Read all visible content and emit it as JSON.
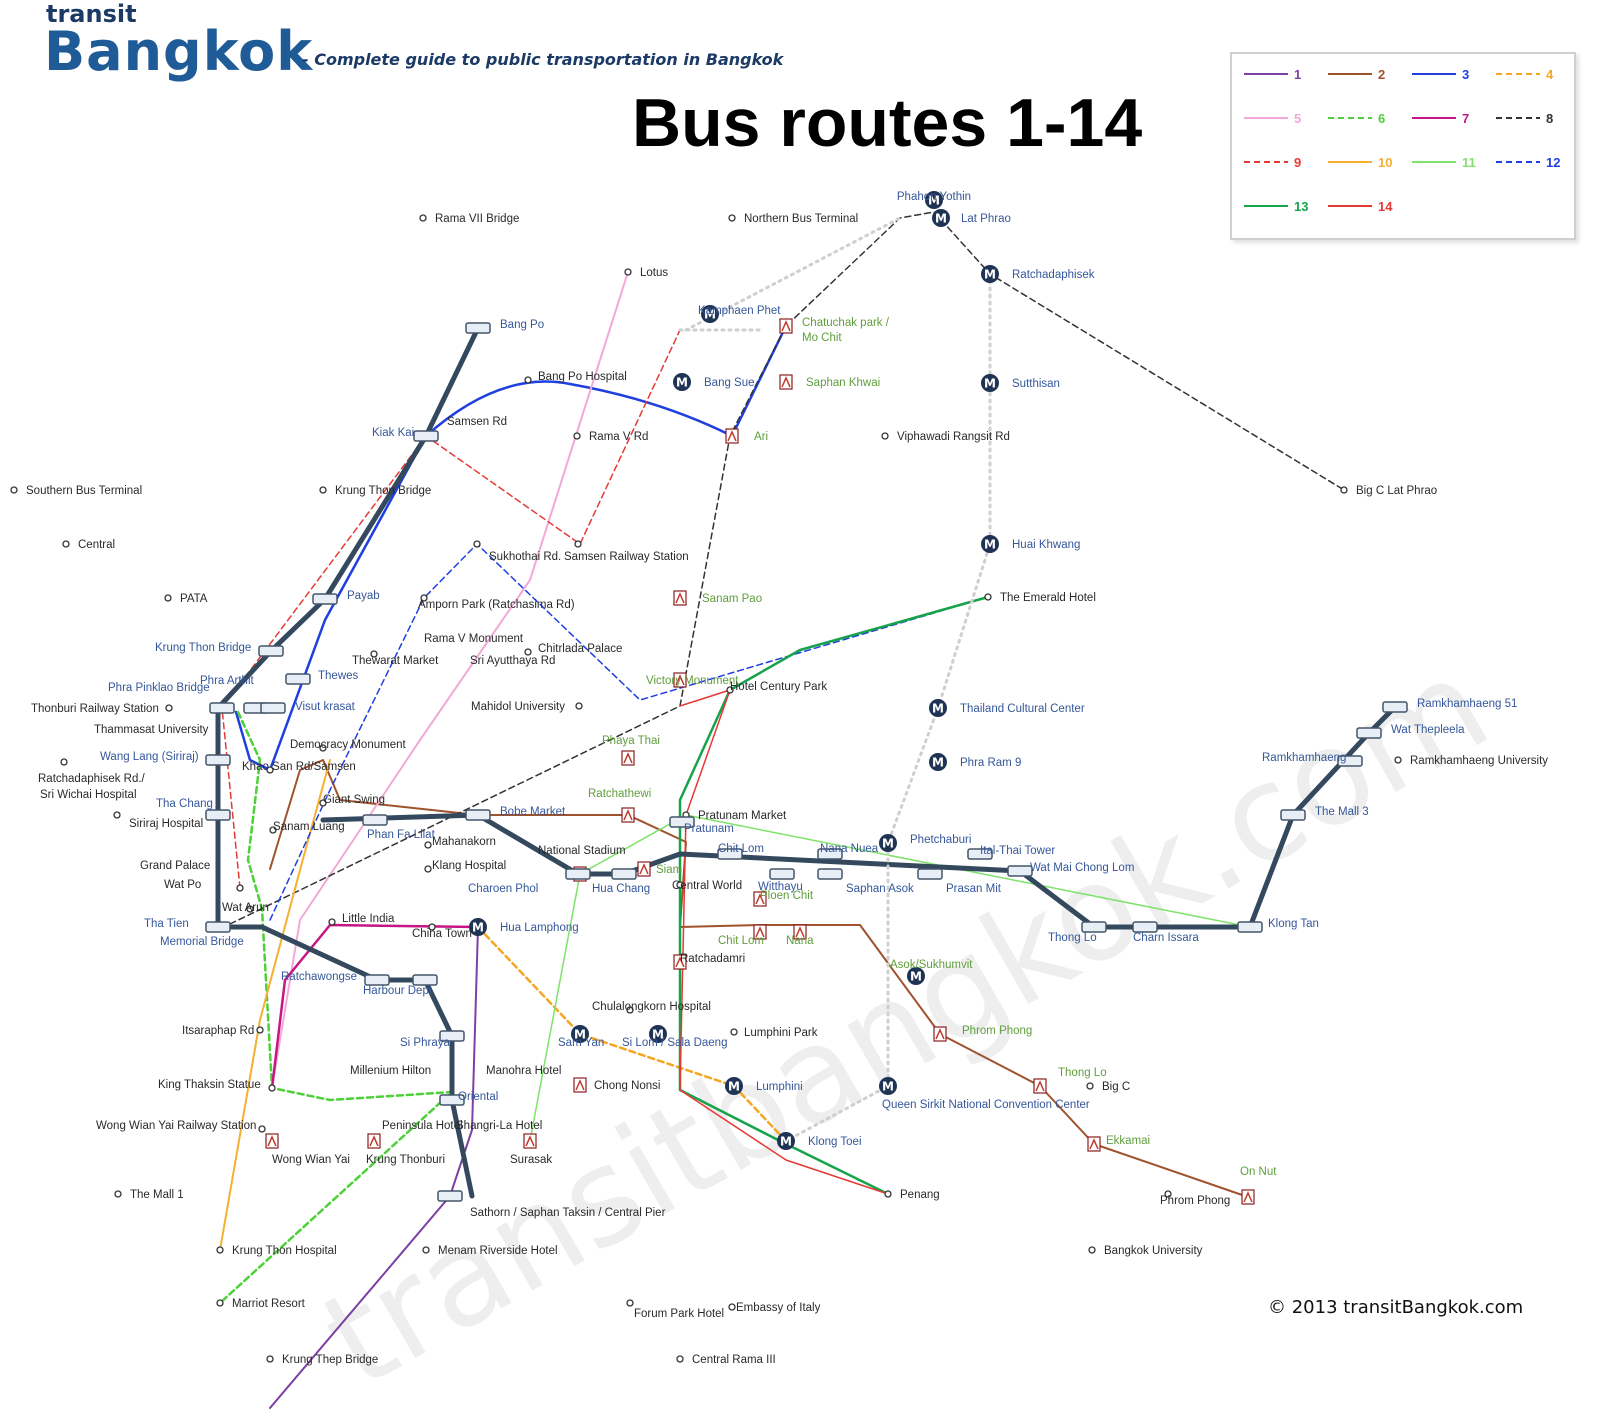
{
  "header": {
    "brand_small": "transit",
    "brand_big": "Bangkok",
    "tagline": "- Complete guide to public transportation in Bangkok",
    "title": "Bus routes 1-14"
  },
  "copyright": "© 2013 transitBangkok.com",
  "watermark": "transitbangkok.com",
  "legend": [
    {
      "route": "1",
      "color": "#7b3fa6",
      "dash": "solid"
    },
    {
      "route": "2",
      "color": "#a0522d",
      "dash": "solid"
    },
    {
      "route": "3",
      "color": "#1f3fe0",
      "dash": "solid"
    },
    {
      "route": "4",
      "color": "#f5a623",
      "dash": "dashed"
    },
    {
      "route": "5",
      "color": "#f3a8d8",
      "dash": "solid"
    },
    {
      "route": "6",
      "color": "#4cd137",
      "dash": "dashed"
    },
    {
      "route": "7",
      "color": "#c71585",
      "dash": "solid"
    },
    {
      "route": "8",
      "color": "#333333",
      "dash": "dashed"
    },
    {
      "route": "9",
      "color": "#e53935",
      "dash": "dashed"
    },
    {
      "route": "10",
      "color": "#f5b031",
      "dash": "solid"
    },
    {
      "route": "11",
      "color": "#7ee36a",
      "dash": "solid"
    },
    {
      "route": "12",
      "color": "#1f3fe0",
      "dash": "dashed"
    },
    {
      "route": "13",
      "color": "#16a34a",
      "dash": "solid"
    },
    {
      "route": "14",
      "color": "#e53935",
      "dash": "solid"
    }
  ],
  "stations": [
    {
      "name": "Rama VII Bridge",
      "kind": "place",
      "cls": "lbl"
    },
    {
      "name": "Northern Bus Terminal",
      "kind": "place",
      "cls": "lbl"
    },
    {
      "name": "Phahon Yothin",
      "kind": "mrt",
      "cls": "lbl-blue"
    },
    {
      "name": "Lat Phrao",
      "kind": "mrt",
      "cls": "lbl-blue"
    },
    {
      "name": "Lotus",
      "kind": "place",
      "cls": "lbl"
    },
    {
      "name": "Ratchadaphisek",
      "kind": "mrt",
      "cls": "lbl-blue"
    },
    {
      "name": "Bang Po",
      "kind": "boat",
      "cls": "lbl-blue"
    },
    {
      "name": "Kamphaen Phet",
      "kind": "mrt",
      "cls": "lbl-blue"
    },
    {
      "name": "Chatuchak park /",
      "kind": "bts",
      "cls": "lbl-green"
    },
    {
      "name": "Mo Chit",
      "kind": "label",
      "cls": "lbl-green"
    },
    {
      "name": "Bang Po Hospital",
      "kind": "place",
      "cls": "lbl"
    },
    {
      "name": "Bang Sue",
      "kind": "mrt",
      "cls": "lbl-blue"
    },
    {
      "name": "Saphan Khwai",
      "kind": "bts",
      "cls": "lbl-green"
    },
    {
      "name": "Sutthisan",
      "kind": "mrt",
      "cls": "lbl-blue"
    },
    {
      "name": "Kiak Kai",
      "kind": "boat",
      "cls": "lbl-blue"
    },
    {
      "name": "Samsen Rd",
      "kind": "label",
      "cls": "lbl"
    },
    {
      "name": "Rama V Rd",
      "kind": "place",
      "cls": "lbl"
    },
    {
      "name": "Ari",
      "kind": "bts",
      "cls": "lbl-green"
    },
    {
      "name": "Viphawadi Rangsit Rd",
      "kind": "place",
      "cls": "lbl"
    },
    {
      "name": "Southern Bus Terminal",
      "kind": "place",
      "cls": "lbl"
    },
    {
      "name": "Krung Thon Bridge",
      "kind": "place",
      "cls": "lbl"
    },
    {
      "name": "Big C Lat Phrao",
      "kind": "place",
      "cls": "lbl"
    },
    {
      "name": "Central",
      "kind": "place",
      "cls": "lbl"
    },
    {
      "name": "Sukhothai Rd.",
      "kind": "place",
      "cls": "lbl"
    },
    {
      "name": "Samsen Railway Station",
      "kind": "place",
      "cls": "lbl"
    },
    {
      "name": "Huai Khwang",
      "kind": "mrt",
      "cls": "lbl-blue"
    },
    {
      "name": "PATA",
      "kind": "place",
      "cls": "lbl"
    },
    {
      "name": "Payab",
      "kind": "boat",
      "cls": "lbl-blue"
    },
    {
      "name": "Amporn Park (Ratchasima Rd)",
      "kind": "place",
      "cls": "lbl"
    },
    {
      "name": "Sanam Pao",
      "kind": "bts",
      "cls": "lbl-green"
    },
    {
      "name": "The Emerald Hotel",
      "kind": "place",
      "cls": "lbl"
    },
    {
      "name": "Krung Thon Bridge",
      "kind": "boat",
      "cls": "lbl-blue"
    },
    {
      "name": "Rama V Monument",
      "kind": "label",
      "cls": "lbl"
    },
    {
      "name": "Thewarat Market",
      "kind": "place",
      "cls": "lbl"
    },
    {
      "name": "Chitrlada Palace",
      "kind": "place",
      "cls": "lbl"
    },
    {
      "name": "Sri Ayutthaya Rd",
      "kind": "label",
      "cls": "lbl"
    },
    {
      "name": "Thewes",
      "kind": "boat",
      "cls": "lbl-blue"
    },
    {
      "name": "Victory Monument",
      "kind": "bts",
      "cls": "lbl-green"
    },
    {
      "name": "Hotel Century Park",
      "kind": "place",
      "cls": "lbl"
    },
    {
      "name": "Phra Pinklao Bridge",
      "kind": "boat",
      "cls": "lbl-blue"
    },
    {
      "name": "Phra Arthit",
      "kind": "boat",
      "cls": "lbl-blue"
    },
    {
      "name": "Thonburi Railway Station",
      "kind": "place",
      "cls": "lbl"
    },
    {
      "name": "Visut krasat",
      "kind": "boat",
      "cls": "lbl-blue"
    },
    {
      "name": "Mahidol University",
      "kind": "place",
      "cls": "lbl"
    },
    {
      "name": "Thailand Cultural Center",
      "kind": "mrt",
      "cls": "lbl-blue"
    },
    {
      "name": "Ramkhamhaeng 51",
      "kind": "boat",
      "cls": "lbl-blue"
    },
    {
      "name": "Thammasat University",
      "kind": "label",
      "cls": "lbl"
    },
    {
      "name": "Wat Thepleela",
      "kind": "boat",
      "cls": "lbl-blue"
    },
    {
      "name": "Phaya Thai",
      "kind": "bts",
      "cls": "lbl-green"
    },
    {
      "name": "Democracy Monument",
      "kind": "place",
      "cls": "lbl"
    },
    {
      "name": "Wang Lang (Siriraj)",
      "kind": "boat",
      "cls": "lbl-blue"
    },
    {
      "name": "Phra Ram 9",
      "kind": "mrt",
      "cls": "lbl-blue"
    },
    {
      "name": "Ramkhamhaeng",
      "kind": "boat",
      "cls": "lbl-blue"
    },
    {
      "name": "Ramkhamhaeng University",
      "kind": "place",
      "cls": "lbl"
    },
    {
      "name": "Khao San Rd/Samsen",
      "kind": "place",
      "cls": "lbl"
    },
    {
      "name": "Ratchadaphisek Rd./",
      "kind": "place",
      "cls": "lbl"
    },
    {
      "name": "Sri Wichai Hospital",
      "kind": "label",
      "cls": "lbl"
    },
    {
      "name": "Ratchathewi",
      "kind": "bts",
      "cls": "lbl-green"
    },
    {
      "name": "Giant Swing",
      "kind": "place",
      "cls": "lbl"
    },
    {
      "name": "Tha Chang",
      "kind": "boat",
      "cls": "lbl-blue"
    },
    {
      "name": "Pratunam Market",
      "kind": "place",
      "cls": "lbl"
    },
    {
      "name": "The Mall 3",
      "kind": "boat",
      "cls": "lbl-blue"
    },
    {
      "name": "Siriraj Hospital",
      "kind": "place",
      "cls": "lbl"
    },
    {
      "name": "Sanam Luang",
      "kind": "place",
      "cls": "lbl"
    },
    {
      "name": "Phan Fa Lilat",
      "kind": "boat",
      "cls": "lbl-blue"
    },
    {
      "name": "Bobe Market",
      "kind": "boat",
      "cls": "lbl-blue"
    },
    {
      "name": "Pratunam",
      "kind": "boat",
      "cls": "lbl-blue"
    },
    {
      "name": "Phetchaburi",
      "kind": "mrt",
      "cls": "lbl-blue"
    },
    {
      "name": "Ital-Thai Tower",
      "kind": "boat",
      "cls": "lbl-blue"
    },
    {
      "name": "Mahanakorn",
      "kind": "place",
      "cls": "lbl"
    },
    {
      "name": "National Stadium",
      "kind": "bts",
      "cls": "lbl"
    },
    {
      "name": "Chit Lom",
      "kind": "boat",
      "cls": "lbl-blue"
    },
    {
      "name": "Nana Nuea",
      "kind": "boat",
      "cls": "lbl-blue"
    },
    {
      "name": "Wat Mai Chong Lom",
      "kind": "boat",
      "cls": "lbl-blue"
    },
    {
      "name": "Grand Palace",
      "kind": "label",
      "cls": "lbl"
    },
    {
      "name": "Klang Hospital",
      "kind": "place",
      "cls": "lbl"
    },
    {
      "name": "Siam",
      "kind": "bts",
      "cls": "lbl-green"
    },
    {
      "name": "Charoen Phol",
      "kind": "boat",
      "cls": "lbl-blue"
    },
    {
      "name": "Hua Chang",
      "kind": "boat",
      "cls": "lbl-blue"
    },
    {
      "name": "Central World",
      "kind": "place",
      "cls": "lbl"
    },
    {
      "name": "Witthayu",
      "kind": "boat",
      "cls": "lbl-blue"
    },
    {
      "name": "Saphan Asok",
      "kind": "boat",
      "cls": "lbl-blue"
    },
    {
      "name": "Prasan Mit",
      "kind": "boat",
      "cls": "lbl-blue"
    },
    {
      "name": "Wat Po",
      "kind": "place",
      "cls": "lbl"
    },
    {
      "name": "Ploen Chit",
      "kind": "bts",
      "cls": "lbl-green"
    },
    {
      "name": "Wat Arun",
      "kind": "place",
      "cls": "lbl"
    },
    {
      "name": "Tha Tien",
      "kind": "boat",
      "cls": "lbl-blue"
    },
    {
      "name": "Little India",
      "kind": "place",
      "cls": "lbl"
    },
    {
      "name": "China Town",
      "kind": "place",
      "cls": "lbl"
    },
    {
      "name": "Hua Lamphong",
      "kind": "mrt",
      "cls": "lbl-blue"
    },
    {
      "name": "Chit Lom",
      "kind": "bts",
      "cls": "lbl-green"
    },
    {
      "name": "Nana",
      "kind": "bts",
      "cls": "lbl-green"
    },
    {
      "name": "Thong Lo",
      "kind": "boat",
      "cls": "lbl-blue"
    },
    {
      "name": "Charn Issara",
      "kind": "boat",
      "cls": "lbl-blue"
    },
    {
      "name": "Klong Tan",
      "kind": "boat",
      "cls": "lbl-blue"
    },
    {
      "name": "Memorial Bridge",
      "kind": "label",
      "cls": "lbl-blue"
    },
    {
      "name": "Ratchadamri",
      "kind": "bts",
      "cls": "lbl"
    },
    {
      "name": "Asok/Sukhumvit",
      "kind": "mrt",
      "cls": "lbl-green"
    },
    {
      "name": "Ratchawongse",
      "kind": "boat",
      "cls": "lbl-blue"
    },
    {
      "name": "Harbour Dept",
      "kind": "boat",
      "cls": "lbl-blue"
    },
    {
      "name": "Chulalongkorn Hospital",
      "kind": "place",
      "cls": "lbl"
    },
    {
      "name": "Itsaraphap Rd",
      "kind": "place",
      "cls": "lbl"
    },
    {
      "name": "Sam Yan",
      "kind": "mrt",
      "cls": "lbl-blue"
    },
    {
      "name": "Si Lom / Sala Daeng",
      "kind": "mrt",
      "cls": "lbl-blue"
    },
    {
      "name": "Lumphini Park",
      "kind": "place",
      "cls": "lbl"
    },
    {
      "name": "Phrom Phong",
      "kind": "bts",
      "cls": "lbl-green"
    },
    {
      "name": "Si Phraya",
      "kind": "boat",
      "cls": "lbl-blue"
    },
    {
      "name": "Millenium Hilton",
      "kind": "label",
      "cls": "lbl"
    },
    {
      "name": "Manohra Hotel",
      "kind": "label",
      "cls": "lbl"
    },
    {
      "name": "Chong Nonsi",
      "kind": "bts",
      "cls": "lbl"
    },
    {
      "name": "Lumphini",
      "kind": "mrt",
      "cls": "lbl-blue"
    },
    {
      "name": "Queen Sirkit National Convention Center",
      "kind": "mrt",
      "cls": "lbl-blue"
    },
    {
      "name": "Thong Lo",
      "kind": "bts",
      "cls": "lbl-green"
    },
    {
      "name": "Big C",
      "kind": "place",
      "cls": "lbl"
    },
    {
      "name": "King Thaksin Statue",
      "kind": "place",
      "cls": "lbl"
    },
    {
      "name": "Oriental",
      "kind": "boat",
      "cls": "lbl-blue"
    },
    {
      "name": "Wong Wian Yai Railway Station",
      "kind": "place",
      "cls": "lbl"
    },
    {
      "name": "Peninsula Hotel",
      "kind": "label",
      "cls": "lbl"
    },
    {
      "name": "Shangri-La Hotel",
      "kind": "label",
      "cls": "lbl"
    },
    {
      "name": "Ekkamai",
      "kind": "bts",
      "cls": "lbl-green"
    },
    {
      "name": "Wong Wian Yai",
      "kind": "bts",
      "cls": "lbl"
    },
    {
      "name": "Krung Thonburi",
      "kind": "bts",
      "cls": "lbl"
    },
    {
      "name": "Surasak",
      "kind": "bts",
      "cls": "lbl"
    },
    {
      "name": "Klong Toei",
      "kind": "mrt",
      "cls": "lbl-blue"
    },
    {
      "name": "On Nut",
      "kind": "bts",
      "cls": "lbl-green"
    },
    {
      "name": "The Mall 1",
      "kind": "place",
      "cls": "lbl"
    },
    {
      "name": "Penang",
      "kind": "place",
      "cls": "lbl"
    },
    {
      "name": "Phrom Phong",
      "kind": "place",
      "cls": "lbl"
    },
    {
      "name": "Sathorn / Saphan Taksin / Central Pier",
      "kind": "boat",
      "cls": "lbl"
    },
    {
      "name": "Krung Thon Hospital",
      "kind": "place",
      "cls": "lbl"
    },
    {
      "name": "Menam Riverside Hotel",
      "kind": "place",
      "cls": "lbl"
    },
    {
      "name": "Bangkok University",
      "kind": "place",
      "cls": "lbl"
    },
    {
      "name": "Marriot Resort",
      "kind": "place",
      "cls": "lbl"
    },
    {
      "name": "Forum Park Hotel",
      "kind": "place",
      "cls": "lbl"
    },
    {
      "name": "Embassy of Italy",
      "kind": "place",
      "cls": "lbl"
    },
    {
      "name": "Krung Thep Bridge",
      "kind": "place",
      "cls": "lbl"
    },
    {
      "name": "Central Rama III",
      "kind": "place",
      "cls": "lbl"
    }
  ]
}
